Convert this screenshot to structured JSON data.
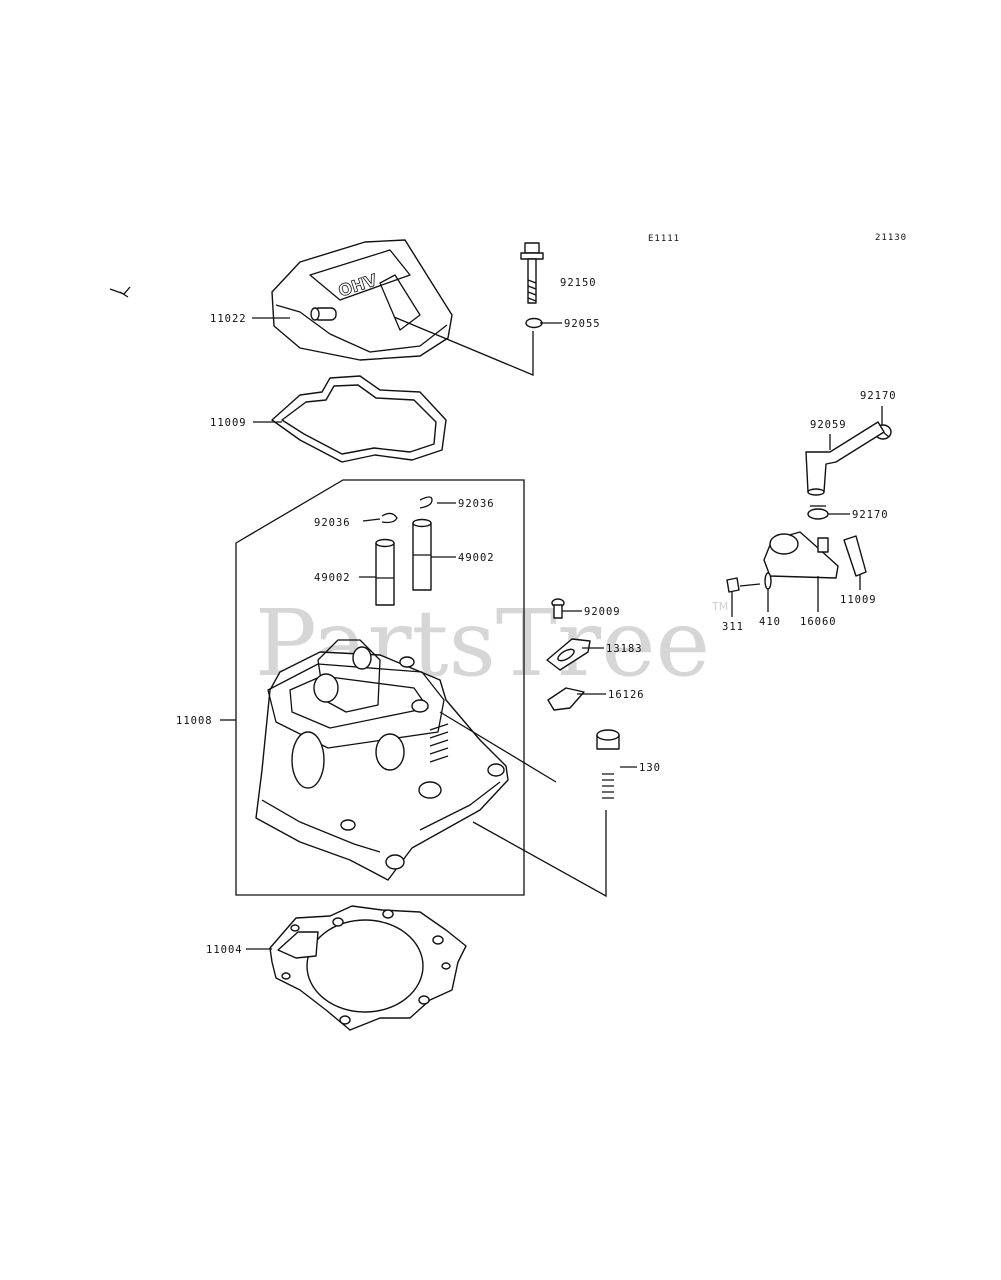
{
  "header": {
    "code_left": "E1111",
    "code_right": "21130"
  },
  "watermark": {
    "brand": "PartsTree",
    "tm": "TM"
  },
  "parts": [
    {
      "number": "11022"
    },
    {
      "number": "92150"
    },
    {
      "number": "92055"
    },
    {
      "number": "11009"
    },
    {
      "number": "92036"
    },
    {
      "number": "92036"
    },
    {
      "number": "49002"
    },
    {
      "number": "49002"
    },
    {
      "number": "92009"
    },
    {
      "number": "13183"
    },
    {
      "number": "16126"
    },
    {
      "number": "130"
    },
    {
      "number": "11008"
    },
    {
      "number": "11004"
    },
    {
      "number": "92170"
    },
    {
      "number": "92059"
    },
    {
      "number": "92170"
    },
    {
      "number": "311"
    },
    {
      "number": "410"
    },
    {
      "number": "16060"
    },
    {
      "number": "11009"
    }
  ],
  "cover_embossing": "OHV",
  "colors": {
    "line": "#111111",
    "watermark": "#d6d6d6",
    "background": "#ffffff"
  }
}
